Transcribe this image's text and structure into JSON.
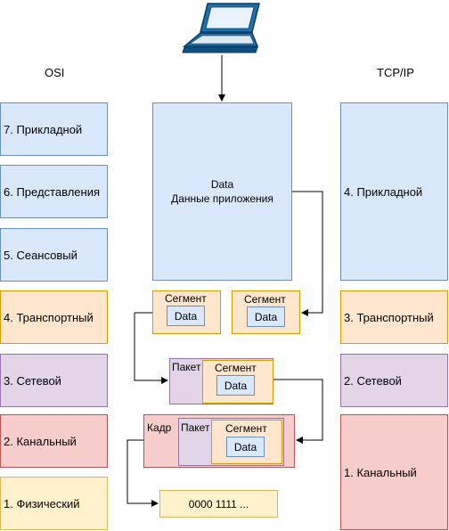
{
  "headers": {
    "osi": "OSI",
    "tcpip": "TCP/IP"
  },
  "osi_layers": [
    "7. Прикладной",
    "6. Представления",
    "5. Сеансовый",
    "4. Транспортный",
    "3. Сетевой",
    "2. Канальный",
    "1. Физический"
  ],
  "tcpip_layers": [
    "4. Прикладной",
    "3. Транспортный",
    "2. Сетевой",
    "1. Канальный"
  ],
  "app_data": {
    "line1": "Data",
    "line2": "Данные приложения"
  },
  "segment_label": "Сегмент",
  "packet_label": "Пакет",
  "frame_label": "Кадр",
  "data_label": "Data",
  "bits_label": "0000 1111 ...",
  "icons": {
    "computer": "laptop-icon"
  }
}
